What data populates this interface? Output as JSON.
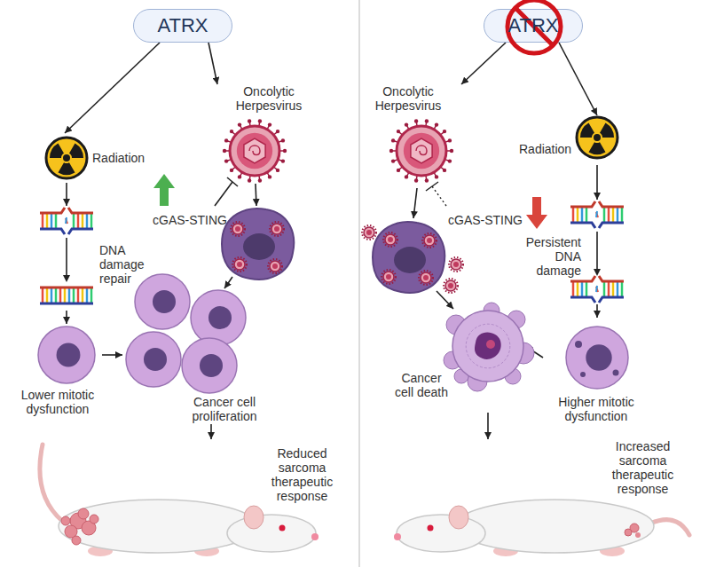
{
  "diagram": {
    "nodes": [
      {
        "text": [
          "ATRX"
        ]
      },
      {
        "text": [
          "Radiation"
        ]
      },
      {
        "text": [
          "DNA damage repair"
        ]
      },
      {
        "text": [
          "Lower mitotic dysfunction"
        ]
      },
      {
        "text": [
          "Oncolytic Herpesvirus"
        ]
      },
      {
        "text": [
          "Cancer cell proliferation"
        ]
      },
      {
        "text": [
          "Reduced sarcoma therapeutic response"
        ]
      },
      {
        "text": [
          "ATRX"
        ]
      },
      {
        "text": [
          "Oncolytic Herpesvirus"
        ]
      },
      {
        "text": [
          "Radiation"
        ]
      },
      {
        "text": [
          "Persistent DNA damage"
        ]
      },
      {
        "text": [
          "Higher mitotic dysfunction"
        ]
      },
      {
        "text": [
          "Cancer cell death"
        ]
      },
      {
        "text": [
          "Increased sarcoma therapeutic response"
        ]
      }
    ],
    "edges": [
      {
        "from": 0,
        "to": 1,
        "arrow": "to"
      },
      {
        "from": 0,
        "to": 4,
        "arrow": "to"
      },
      {
        "from": 1,
        "to": 2,
        "arrow": "to"
      },
      {
        "from": 2,
        "to": 3,
        "arrow": "to"
      },
      {
        "from": 3,
        "to": 5,
        "arrow": "to"
      },
      {
        "from": 5,
        "to": 6,
        "arrow": "to"
      },
      {
        "from": 7,
        "to": 8,
        "arrow": "to"
      },
      {
        "from": 7,
        "to": 9,
        "arrow": "to"
      },
      {
        "from": 9,
        "to": 10,
        "arrow": "to"
      },
      {
        "from": 10,
        "to": 11,
        "arrow": "to"
      },
      {
        "from": 11,
        "to": 12,
        "arrow": "to"
      },
      {
        "from": 12,
        "to": 13,
        "arrow": "to"
      }
    ],
    "labels": [
      "cGAS-STING",
      "cGAS-STING"
    ]
  }
}
